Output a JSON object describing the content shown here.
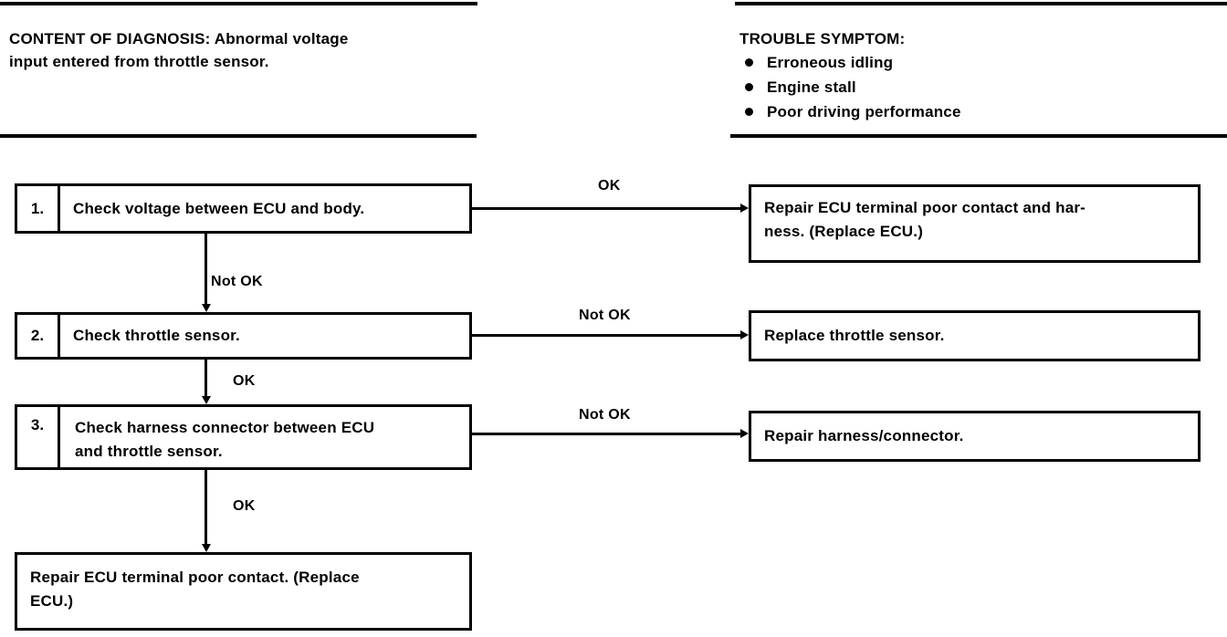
{
  "header": {
    "content_of_diagnosis": "CONTENT OF DIAGNOSIS: Abnormal voltage\ninput entered from throttle sensor.",
    "trouble_symptom_title": "TROUBLE SYMPTOM:",
    "trouble_symptoms": [
      "Erroneous idling",
      "Engine stall",
      "Poor driving performance"
    ]
  },
  "flow": {
    "steps": [
      {
        "number": "1.",
        "text": "Check voltage between ECU and body.",
        "branch_label": "OK",
        "result": "Repair ECU terminal poor contact and har-\nness. (Replace ECU.)",
        "next_label": "Not OK"
      },
      {
        "number": "2.",
        "text": "Check throttle sensor.",
        "branch_label": "Not OK",
        "result": "Replace throttle sensor.",
        "next_label": "OK"
      },
      {
        "number": "3.",
        "text": "Check harness connector between ECU\nand throttle sensor.",
        "branch_label": "Not OK",
        "result": "Repair harness/connector.",
        "next_label": "OK"
      }
    ],
    "final_result": "Repair ECU terminal poor contact. (Replace\nECU.)"
  },
  "colors": {
    "ink": "#000000",
    "paper": "#ffffff"
  }
}
